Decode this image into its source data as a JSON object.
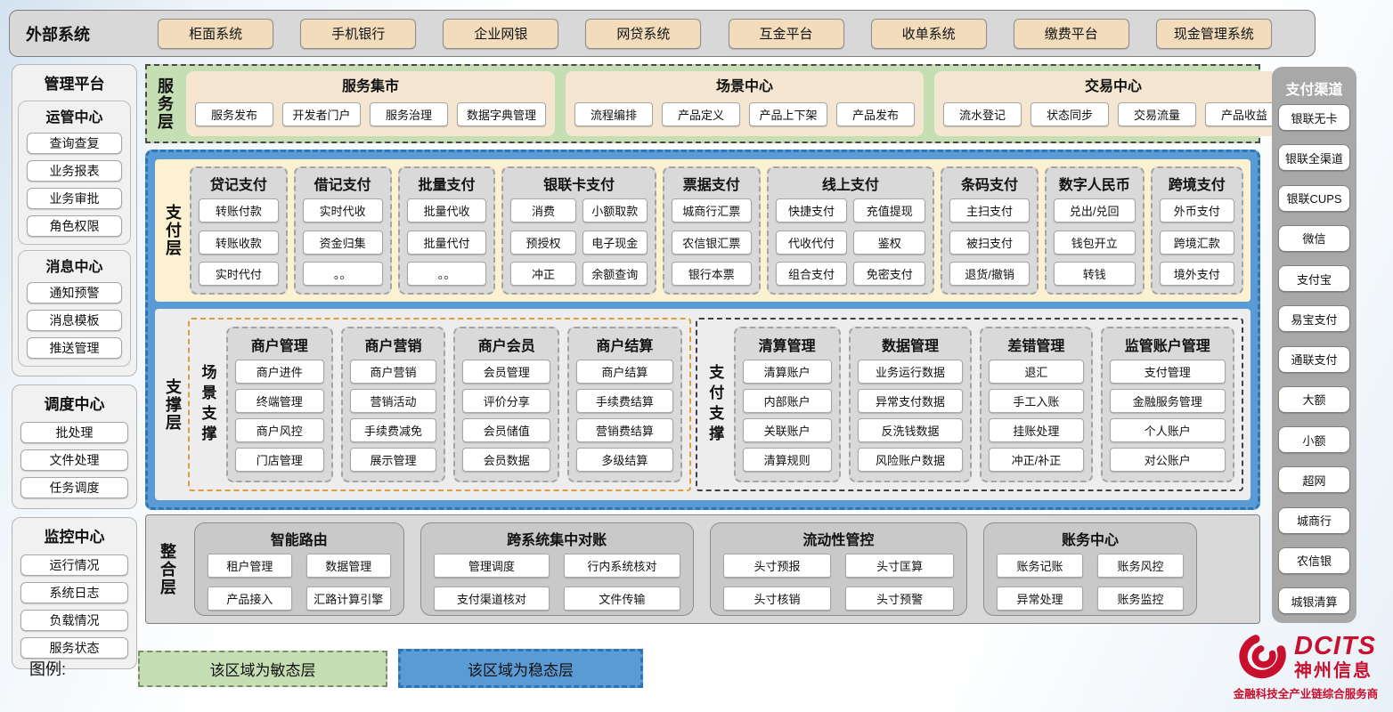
{
  "external_systems": {
    "label": "外部系统",
    "items": [
      "柜面系统",
      "手机银行",
      "企业网银",
      "网贷系统",
      "互金平台",
      "收单系统",
      "缴费平台",
      "现金管理系统"
    ]
  },
  "management_platform": {
    "title": "管理平台",
    "groups": [
      {
        "title": "运管中心",
        "items": [
          "查询查复",
          "业务报表",
          "业务审批",
          "角色权限"
        ]
      },
      {
        "title": "消息中心",
        "items": [
          "通知预警",
          "消息模板",
          "推送管理"
        ]
      },
      {
        "title": "调度中心",
        "items": [
          "批处理",
          "文件处理",
          "任务调度"
        ]
      },
      {
        "title": "监控中心",
        "items": [
          "运行情况",
          "系统日志",
          "负载情况",
          "服务状态"
        ]
      }
    ]
  },
  "service_layer": {
    "label": "服务层",
    "centers": [
      {
        "title": "服务集市",
        "items": [
          "服务发布",
          "开发者门户",
          "服务治理",
          "数据字典管理"
        ]
      },
      {
        "title": "场景中心",
        "items": [
          "流程编排",
          "产品定义",
          "产品上下架",
          "产品发布"
        ]
      },
      {
        "title": "交易中心",
        "items": [
          "流水登记",
          "状态同步",
          "交易流量",
          "产品收益"
        ]
      }
    ]
  },
  "payment_layer": {
    "label": "支付层",
    "columns": [
      {
        "title": "贷记支付",
        "items": [
          "转账付款",
          "转账收款",
          "实时代付"
        ]
      },
      {
        "title": "借记支付",
        "items": [
          "实时代收",
          "资金归集",
          "。。"
        ]
      },
      {
        "title": "批量支付",
        "items": [
          "批量代收",
          "批量代付",
          "。。"
        ]
      },
      {
        "title": "银联卡支付",
        "items": [
          "消费",
          "小额取款",
          "预授权",
          "电子现金",
          "冲正",
          "余额查询"
        ]
      },
      {
        "title": "票据支付",
        "items": [
          "城商行汇票",
          "农信银汇票",
          "银行本票"
        ]
      },
      {
        "title": "线上支付",
        "items": [
          "快捷支付",
          "充值提现",
          "代收代付",
          "鉴权",
          "组合支付",
          "免密支付"
        ]
      },
      {
        "title": "条码支付",
        "items": [
          "主扫支付",
          "被扫支付",
          "退货/撤销"
        ]
      },
      {
        "title": "数字人民币",
        "items": [
          "兑出/兑回",
          "钱包开立",
          "转钱"
        ]
      },
      {
        "title": "跨境支付",
        "items": [
          "外币支付",
          "跨境汇款",
          "境外支付"
        ]
      }
    ]
  },
  "support_layer": {
    "label": "支撑层",
    "zones": [
      {
        "label": "场景支撑",
        "columns": [
          {
            "title": "商户管理",
            "items": [
              "商户进件",
              "终端管理",
              "商户风控",
              "门店管理"
            ]
          },
          {
            "title": "商户营销",
            "items": [
              "商户营销",
              "营销活动",
              "手续费减免",
              "展示管理"
            ]
          },
          {
            "title": "商户会员",
            "items": [
              "会员管理",
              "评价分享",
              "会员储值",
              "会员数据"
            ]
          },
          {
            "title": "商户结算",
            "items": [
              "商户结算",
              "手续费结算",
              "营销费结算",
              "多级结算"
            ]
          }
        ]
      },
      {
        "label": "支付支撑",
        "columns": [
          {
            "title": "清算管理",
            "items": [
              "清算账户",
              "内部账户",
              "关联账户",
              "清算规则"
            ]
          },
          {
            "title": "数据管理",
            "items": [
              "业务运行数据",
              "异常支付数据",
              "反洗钱数据",
              "风险账户数据"
            ]
          },
          {
            "title": "差错管理",
            "items": [
              "退汇",
              "手工入账",
              "挂账处理",
              "冲正/补正"
            ]
          },
          {
            "title": "监管账户管理",
            "items": [
              "支付管理",
              "金融服务管理",
              "个人账户",
              "对公账户"
            ]
          }
        ]
      }
    ]
  },
  "integration_layer": {
    "label": "整合层",
    "modules": [
      {
        "title": "智能路由",
        "items": [
          "租户管理",
          "数据管理",
          "产品接入",
          "汇路计算引擎"
        ]
      },
      {
        "title": "跨系统集中对账",
        "items": [
          "管理调度",
          "行内系统核对",
          "支付渠道核对",
          "文件传输"
        ]
      },
      {
        "title": "流动性管控",
        "items": [
          "头寸预报",
          "头寸匡算",
          "头寸核销",
          "头寸预警"
        ]
      },
      {
        "title": "账务中心",
        "items": [
          "账务记账",
          "账务风控",
          "异常处理",
          "账务监控"
        ]
      }
    ]
  },
  "payment_channels": {
    "title": "支付渠道",
    "items": [
      "银联无卡",
      "银联全渠道",
      "银联CUPS",
      "微信",
      "支付宝",
      "易宝支付",
      "通联支付",
      "大额",
      "小额",
      "超网",
      "城商行",
      "农信银",
      "城银清算"
    ]
  },
  "legend": {
    "label": "图例:",
    "agile": "该区域为敏态层",
    "stable": "该区域为稳态层"
  },
  "logo": {
    "brand": "DCITS",
    "name": "神州信息",
    "tagline": "金融科技全产业链综合服务商"
  },
  "colors": {
    "agile_green": "#C6DEB4",
    "stable_blue": "#5B9BD5",
    "external_tan": "#F2DCBC",
    "panel_gray": "#D9D9D9",
    "brand_red": "#C8102E"
  }
}
